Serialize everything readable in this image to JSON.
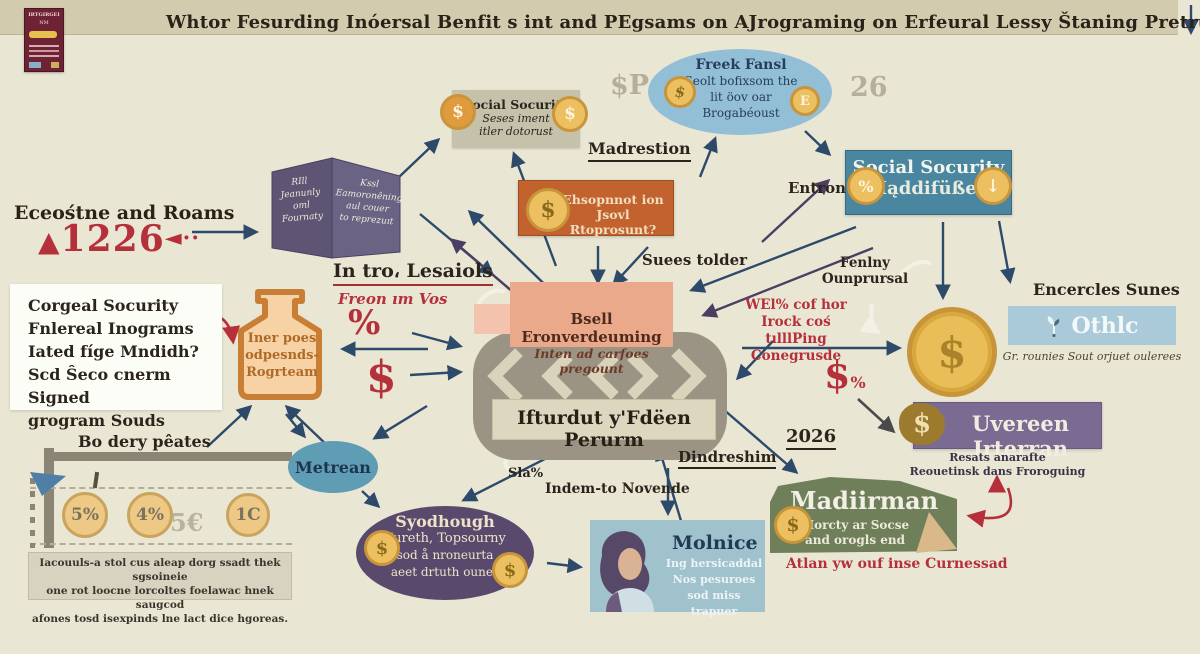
{
  "colors": {
    "background": "#eae6d4",
    "header_bar": "#d2cbae",
    "navy_arrow": "#2e4a6b",
    "purple_arrow": "#4a3f63",
    "red": "#b5303a",
    "gold_coin": "#ecc060",
    "teal_box": "#4a86a0",
    "blue_ellipse": "#92bed6",
    "green_shape": "#6e7f5a",
    "purple_box": "#7b6b93",
    "purple_ellipse": "#594a6d",
    "orange_box": "#c2622f",
    "salmon_box": "#eba98c"
  },
  "header": {
    "title": "Whtor Fesurding Inóersal Benfit s int and PEgsams on AJrograming on Erfeural Lessy Štaning Pretrurns",
    "poster_lines": [
      "IRTGIRGEI",
      "NM"
    ]
  },
  "left": {
    "heading": "Eceośtne and Roams",
    "number_prefix": "▲",
    "big_number": "1226",
    "number_suffix": "◄··"
  },
  "white_box": {
    "lines": [
      "Corgeal Socurity",
      "Fnlereal Inograms",
      "Iated fíge Mndidh?",
      "Scd Ŝeco cnerm Signed",
      "grogram Souds"
    ]
  },
  "book": {
    "left_lines": [
      "RIll",
      "Jeanunly",
      "oml",
      "Fournaty"
    ],
    "right_lines": [
      "Kssl",
      "Eamoronêning",
      "aul couer",
      "to reprezuıt"
    ]
  },
  "intro": {
    "title": "In tro، Lesaiols",
    "subtitle": "Freon ım Vos",
    "percent": "%"
  },
  "bottle": {
    "lines": [
      "Iner poes",
      "odpesnds-",
      "Rogrteam"
    ]
  },
  "big_dollar": "$",
  "ss_box": {
    "lines": [
      "Social Socurity",
      "Seses iment",
      "itler dotorust"
    ],
    "coin": "$"
  },
  "sp": "$P",
  "n26": "26",
  "madrestion": "Madrestion",
  "blue_ellipse": {
    "lines": [
      "Freek Fansl",
      "Seolt bofixsom the",
      "lit öov oar",
      "Brogabéoust"
    ],
    "coin_left": "$",
    "coin_right": "E"
  },
  "teal_box": {
    "line1": "Social Socurity",
    "line2": "Mąddifüßen",
    "coin_left": "%",
    "coin_right": "↓"
  },
  "entron": "Entron",
  "orange_box": {
    "lines": [
      "Ehsopnnot ion",
      "Jsovl Rtoprosunt?"
    ],
    "coin": "$"
  },
  "suees": "Suees tolder",
  "feniny": {
    "lines": [
      "Fenlny",
      "Ounprursal"
    ]
  },
  "salmon_box": {
    "title": "Bsell Eronverdeuming",
    "subtitle": "Inten ad carfoes pregount"
  },
  "ifturdut": "Ifturdut y'Fdëen Perurm",
  "red_note": {
    "lines": [
      "WEl% cof hor",
      "Irock coś tılllPing",
      "Conegrusde"
    ]
  },
  "coin_large": "$",
  "red_dollar": {
    "dollar": "$",
    "pct": "%"
  },
  "encercles": "Encercles Sunes",
  "othlic": {
    "label": "Othlc",
    "caption": "Gr. rounies Sout orjuet oulerees"
  },
  "y2026": "2026",
  "dindreshim": "Dindreshim",
  "purple_box": {
    "label": "Uvereen Irterran",
    "coin": "$",
    "caption_lines": [
      "Resats anarafte",
      "Reouetinsk dans Froroguing"
    ]
  },
  "green_shape": {
    "title": "Madiirman",
    "lines": [
      "Morcty ar Socse",
      "and orogls end"
    ],
    "coin": "$",
    "caption": "Atlan yw ouf inse Curnessad"
  },
  "timeline": {
    "heading": "Bo dery pêates",
    "points": [
      "5%",
      "4%",
      "1C"
    ],
    "ghost": "5€",
    "caption_lines": [
      "Iacouuls-a stol cus aleap dorg ssadt thek sgsoineie",
      "one rot loocne lorcoltes foelawac hnek saugcod",
      "afones tosd isexpinds lne lact dice hgoreas."
    ]
  },
  "metrean": "Metrean",
  "purple_ellipse": {
    "lines": [
      "Syodhough",
      "Fureth, Topsourny",
      "sod å nroneurta",
      "aeet drtuth ounes"
    ],
    "coin_left": "$",
    "coin_right": "$"
  },
  "sla": "Sla%",
  "indem": "Indem-to Novende",
  "molnice": {
    "title": "Molnice",
    "lines": [
      "Ing hersicaddal",
      "Nos pesuroes",
      "sod miss trapuer"
    ]
  }
}
